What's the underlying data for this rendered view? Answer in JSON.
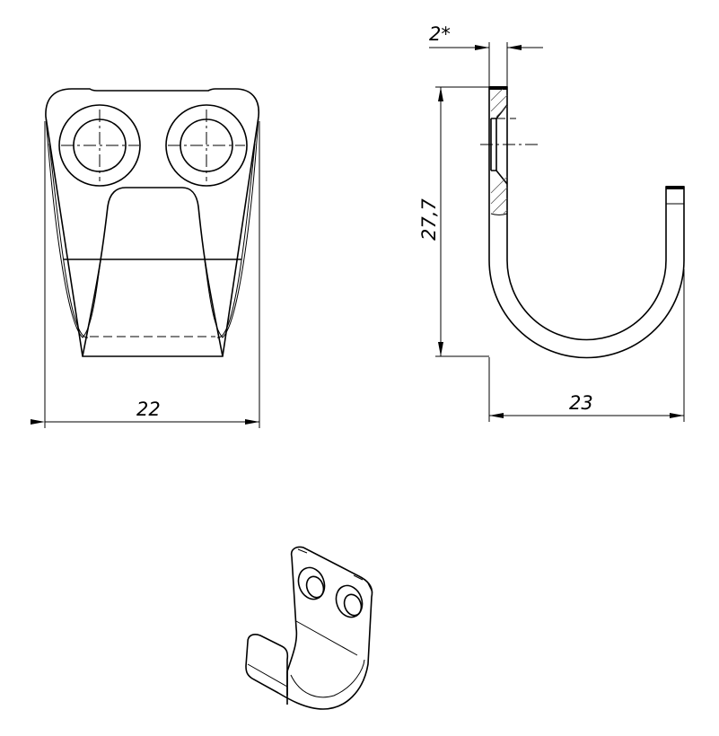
{
  "drawing": {
    "views": [
      "front-view",
      "side-view",
      "isometric-view"
    ],
    "dimensions": {
      "width_front": "22",
      "thickness": "2*",
      "height": "27,7",
      "depth": "23"
    }
  }
}
